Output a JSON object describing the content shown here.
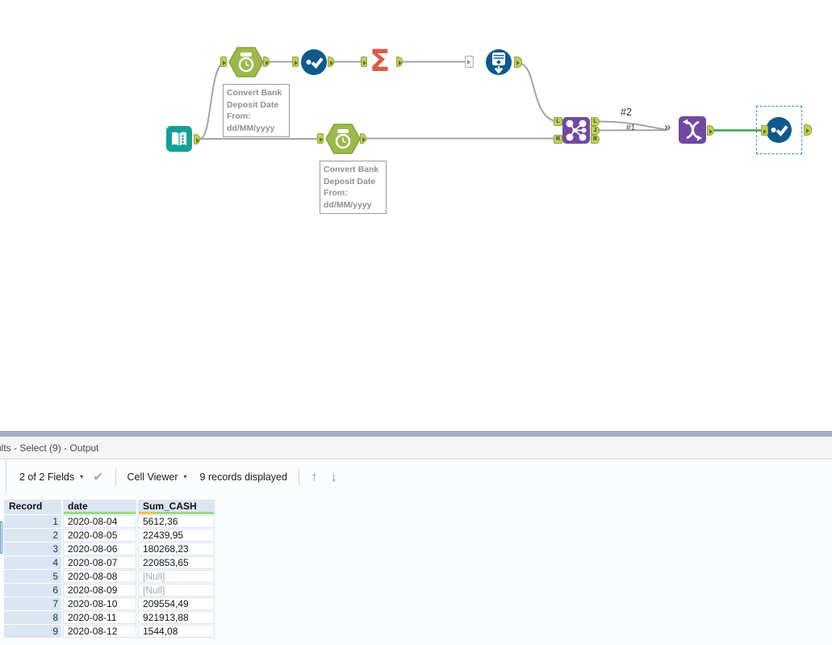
{
  "workflow": {
    "annotations": [
      {
        "text": "Convert Bank\nDeposit Date\nFrom:\ndd/MM/yyyy"
      },
      {
        "text": "Convert Bank\nDeposit Date\nFrom:\ndd/MM/yyyy"
      }
    ],
    "join_anchors": {
      "in_l": "L",
      "in_r": "R",
      "out_l": "L",
      "out_j": "J",
      "out_r": "R"
    },
    "connection_labels": {
      "from_join_l": "#2",
      "from_join_j": "#1"
    },
    "union_input_glyph": "»",
    "colors": {
      "selected_connection_green": "#3FA24E",
      "selection_border_blue": "#2F8FE0",
      "tool_teal": "#14A099",
      "tool_olive": "#9CB94C",
      "tool_blue": "#0F598D",
      "tool_orange": "#DC5B49",
      "tool_purple": "#7149A1",
      "anchor_green": "#C0D058"
    }
  },
  "results_panel": {
    "title_clipped": "ults - Select (9) - Output",
    "toolbar": {
      "fields_summary": "2 of 2 Fields",
      "caret": "▾",
      "apply_check_icon": "✔",
      "cell_viewer_label": "Cell Viewer",
      "records_displayed": "9 records displayed",
      "up_arrow_icon": "↑",
      "down_arrow_icon": "↓"
    },
    "table": {
      "columns": [
        "Record",
        "date",
        "Sum_CASH"
      ],
      "null_text": "[Null]",
      "quality": {
        "ok_green": "#98DB7C",
        "null_yellow": "#F4BE4C"
      },
      "rows": [
        {
          "record": "1",
          "date": "2020-08-04",
          "sum": "5612,36"
        },
        {
          "record": "2",
          "date": "2020-08-05",
          "sum": "22439,95"
        },
        {
          "record": "3",
          "date": "2020-08-06",
          "sum": "180268,23"
        },
        {
          "record": "4",
          "date": "2020-08-07",
          "sum": "220853,65"
        },
        {
          "record": "5",
          "date": "2020-08-08",
          "sum": "[Null]"
        },
        {
          "record": "6",
          "date": "2020-08-09",
          "sum": "[Null]"
        },
        {
          "record": "7",
          "date": "2020-08-10",
          "sum": "209554,49"
        },
        {
          "record": "8",
          "date": "2020-08-11",
          "sum": "921913,88"
        },
        {
          "record": "9",
          "date": "2020-08-12",
          "sum": "1544,08"
        }
      ]
    }
  }
}
